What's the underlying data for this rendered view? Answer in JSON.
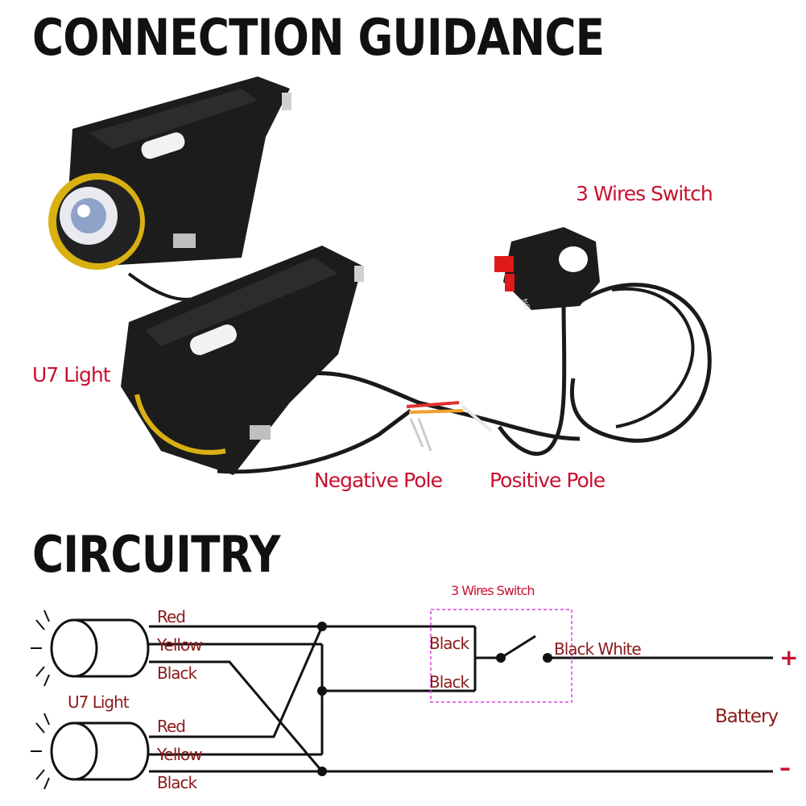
{
  "headings": {
    "connection": "CONNECTION GUIDANCE",
    "circuitry": "CIRCUITRY"
  },
  "photo_labels": {
    "switch": "3 Wires Switch",
    "light": "U7 Light",
    "negative": "Negative Pole",
    "positive": "Positive Pole"
  },
  "photo_switch_mark": "NO",
  "circuit": {
    "switch_label": "3 Wires Switch",
    "light_label": "U7 Light",
    "top_light_wires": [
      "Red",
      "Yellow",
      "Black"
    ],
    "bottom_light_wires": [
      "Red",
      "Yellow",
      "Black"
    ],
    "switch_inputs": [
      "Black",
      "Black"
    ],
    "switch_output": "Black White",
    "battery_label": "Battery",
    "plus": "+",
    "minus": "–"
  },
  "colors": {
    "label_red": "#c8102e",
    "wire_label": "#8b1a1a",
    "switch_box": "#e040e0"
  }
}
